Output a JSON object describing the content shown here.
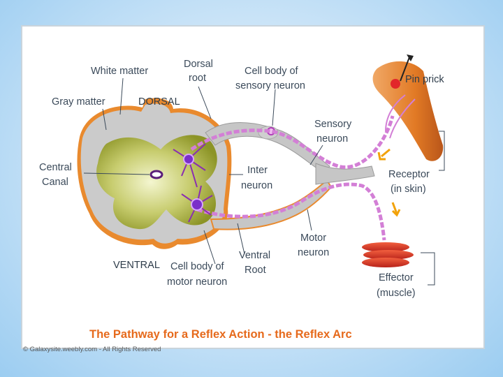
{
  "title": "The Pathway for a Reflex Action - the Reflex Arc",
  "copyright": "© Galaxysite.weebly.com - All Rights Reserved",
  "labels": {
    "white_matter": "White matter",
    "dorsal_root_1": "Dorsal",
    "dorsal_root_2": "root",
    "cell_body_sensory_1": "Cell body of",
    "cell_body_sensory_2": "sensory neuron",
    "pin_prick": "Pin prick",
    "gray_matter": "Gray matter",
    "dorsal": "DORSAL",
    "sensory_neuron_1": "Sensory",
    "sensory_neuron_2": "neuron",
    "central_canal_1": "Central",
    "central_canal_2": "Canal",
    "inter_neuron_1": "Inter",
    "inter_neuron_2": "neuron",
    "receptor_1": "Receptor",
    "receptor_2": "(in skin)",
    "motor_neuron_1": "Motor",
    "motor_neuron_2": "neuron",
    "ventral": "VENTRAL",
    "cell_body_motor_1": "Cell body of",
    "cell_body_motor_2": "motor neuron",
    "ventral_root_1": "Ventral",
    "ventral_root_2": "Root",
    "effector_1": "Effector",
    "effector_2": "(muscle)"
  },
  "colors": {
    "white_matter": "#cfcfcf",
    "gray_matter": "#9aa334",
    "nerve_fiber": "#d37fd6",
    "neuron_body": "#7a2fc9",
    "skin": "#e27a25",
    "muscle": "#e0352a",
    "caption": "#e66a1c",
    "arrow": "#f2a20a"
  }
}
